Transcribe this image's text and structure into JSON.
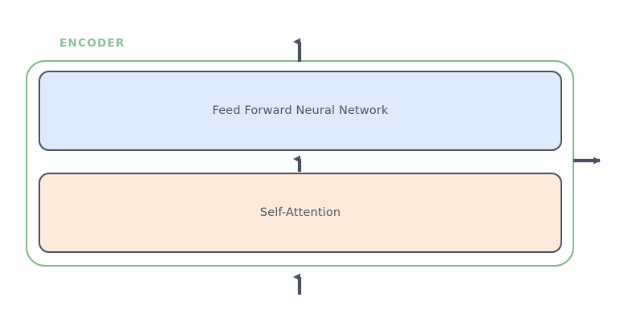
{
  "diagram": {
    "title_label": "ENCODER",
    "background_color": "#fdfdfd",
    "container": {
      "name": "encoder",
      "border_color": "#7fb98c",
      "label_color": "#8bc098"
    },
    "blocks": [
      {
        "id": "feed-forward",
        "label": "Feed Forward Neural Network",
        "fill_color": "#dfeafc",
        "border_color": "#49505f",
        "text_color": "#4e5563"
      },
      {
        "id": "self-attention",
        "label": "Self-Attention",
        "fill_color": "#fdeada",
        "border_color": "#49505f",
        "text_color": "#4e5563"
      }
    ],
    "arrows": [
      {
        "id": "input-arrow-bottom",
        "direction": "up",
        "color": "#49505f"
      },
      {
        "id": "attention-to-feedforward-arrow",
        "direction": "up",
        "color": "#49505f"
      },
      {
        "id": "output-arrow-top",
        "direction": "up",
        "color": "#49505f"
      },
      {
        "id": "output-arrow-right",
        "direction": "right",
        "color": "#49505f"
      }
    ]
  }
}
